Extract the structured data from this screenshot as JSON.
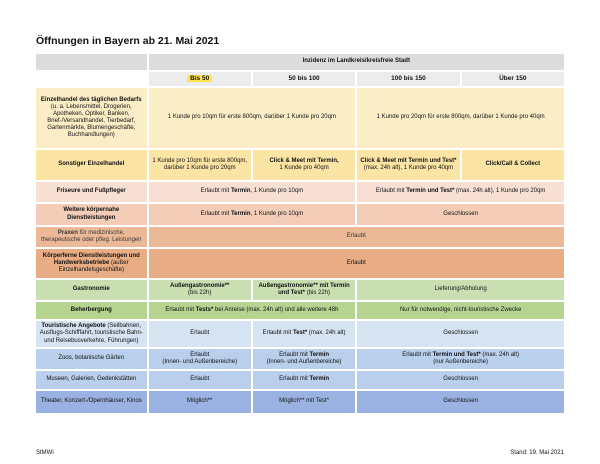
{
  "title": "Öffnungen in Bayern ab 21. Mai 2021",
  "header": {
    "group": "Inzidenz im Landkreis/kreisfreie Stadt",
    "cols": [
      "Bis 50",
      "50 bis 100",
      "100 bis 150",
      "Über 150"
    ]
  },
  "rows": {
    "r1": {
      "label": "Einzelhandel des täglichen Bedarfs",
      "sub": "(u. a. Lebensmittel, Drogerien, Apotheken, Optiker, Banken, Brief-/Versandhandel, Tierbedarf, Gartenmärkte, Blumengeschäfte, Buchhandlungen)",
      "a": "1 Kunde pro 10qm für erste 800qm, darüber 1 Kunde pro 20qm",
      "b": "1 Kunde pro 20qm für erste 800qm, darüber 1 Kunde pro 40qm"
    },
    "r2": {
      "label": "Sonstiger Einzelhandel",
      "c1": "1 Kunde pro 10qm für erste 800qm, darüber 1 Kunde pro 20qm",
      "c2_bold": "Click & Meet mit Termin,",
      "c2_rest": "1 Kunde pro 40qm",
      "c3_bold": "Click & Meet mit Termin und Test*",
      "c3_rest": "(max. 24h alt), 1 Kunde pro 40qm",
      "c4": "Click/Call & Collect"
    },
    "r3": {
      "label": "Friseure und Fußpfleger",
      "a_pre": "Erlaubt mit",
      "a_bold": "Termin",
      "a_post": ", 1 Kunde pro 10qm",
      "b_pre": "Erlaubt mit",
      "b_bold": "Termin und Test*",
      "b_post": "(max. 24h alt), 1 Kunde pro 20qm"
    },
    "r4": {
      "label": "Weitere körpernahe Dienstleistungen",
      "a_pre": "Erlaubt mit",
      "a_bold": "Termin",
      "a_post": ", 1 Kunde pro 10qm",
      "b": "Geschlossen"
    },
    "r5": {
      "label": "Praxen",
      "sub": "für medizinische, therapeutische oder pfleg. Leistungen",
      "all": "Erlaubt"
    },
    "r6": {
      "label": "Körperferne Dienstleistungen und Handwerksbetriebe",
      "sub": "(außer Einzelhandelsgeschäfte)",
      "all": "Erlaubt"
    },
    "r7": {
      "label": "Gastronomie",
      "c1_bold": "Außengastronomie**",
      "c1_rest": "(bis 22h)",
      "c2_bold": "Außengastronomie** mit Termin und Test*",
      "c2_rest": "(bis 22h)",
      "b": "Lieferung/Abholung"
    },
    "r8": {
      "label": "Beherbergung",
      "a_pre": "Erlaubt mit",
      "a_bold": "Tests*",
      "a_post": "bei Anreise (max. 24h alt) und alle weitere 48h",
      "b": "Nur für notwendige, nicht-touristische Zwecke"
    },
    "r9": {
      "label": "Touristische Angebote",
      "sub": "(Seilbahnen, Ausflugs-Schifffahrt, touristische Bahn- und Reisebusverkehre, Führungen)",
      "c1": "Erlaubt",
      "c2_pre": "Erlaubt mit",
      "c2_bold": "Test*",
      "c2_post": "(max. 24h alt)",
      "b": "Geschlossen"
    },
    "r10": {
      "label": "Zoos, botanische Gärten",
      "c1a": "Erlaubt",
      "c1b": "(Innen- und Außenbereiche)",
      "c2_pre": "Erlaubt mit",
      "c2_bold": "Termin",
      "c2_rest": "(Innen- und Außenbereiche)",
      "b_pre": "Erlaubt mit",
      "b_bold": "Termin und Test*",
      "b_post": "(max. 24h alt)",
      "b_rest": "(nur Außenbereiche)"
    },
    "r11": {
      "label": "Museen, Galerien, Gedenkstätten",
      "c1": "Erlaubt",
      "c2_pre": "Erlaubt mit",
      "c2_bold": "Termin",
      "b": "Geschlossen"
    },
    "r12": {
      "label": "Theater, Konzert-/Opernhäuser, Kinos",
      "c1": "Möglich**",
      "c2": "Möglich** mit Test*",
      "b": "Geschlossen"
    }
  },
  "footer": {
    "left": "StMWi",
    "right": "Stand: 19. Mai 2021"
  }
}
